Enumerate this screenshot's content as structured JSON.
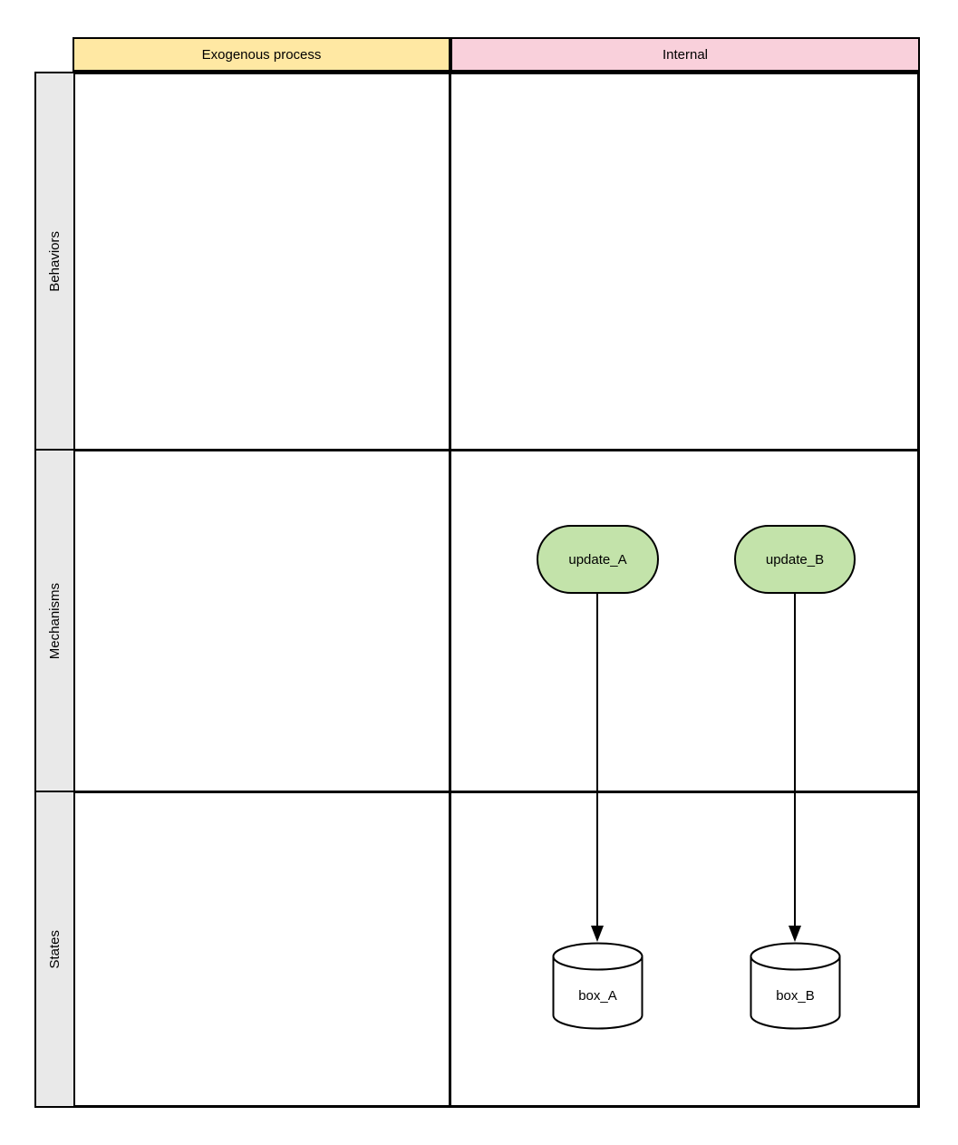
{
  "diagram": {
    "column_headers": [
      {
        "id": "exogenous",
        "label": "Exogenous process",
        "fill": "#FFE8A3"
      },
      {
        "id": "internal",
        "label": "Internal",
        "fill": "#F9D0DB"
      }
    ],
    "row_labels": [
      {
        "id": "behaviors",
        "label": "Behaviors"
      },
      {
        "id": "mechanisms",
        "label": "Mechanisms"
      },
      {
        "id": "states",
        "label": "States"
      }
    ],
    "process_nodes": [
      {
        "id": "update_a",
        "label": "update_A",
        "lane_row": "Mechanisms",
        "lane_column": "Internal"
      },
      {
        "id": "update_b",
        "label": "update_B",
        "lane_row": "Mechanisms",
        "lane_column": "Internal"
      }
    ],
    "datastore_nodes": [
      {
        "id": "box_a",
        "label": "box_A",
        "lane_row": "States",
        "lane_column": "Internal"
      },
      {
        "id": "box_b",
        "label": "box_B",
        "lane_row": "States",
        "lane_column": "Internal"
      }
    ],
    "connectors": [
      {
        "from": "update_A",
        "to": "box_A",
        "type": "arrow-down"
      },
      {
        "from": "update_B",
        "to": "box_B",
        "type": "arrow-down"
      }
    ],
    "colors": {
      "header_yellow": "#FFE8A3",
      "header_pink": "#F9D0DB",
      "process_green": "#C3E3AA",
      "lane_gray": "#E9E9E9",
      "border_black": "#000000",
      "datastore_white": "#FFFFFF"
    }
  }
}
